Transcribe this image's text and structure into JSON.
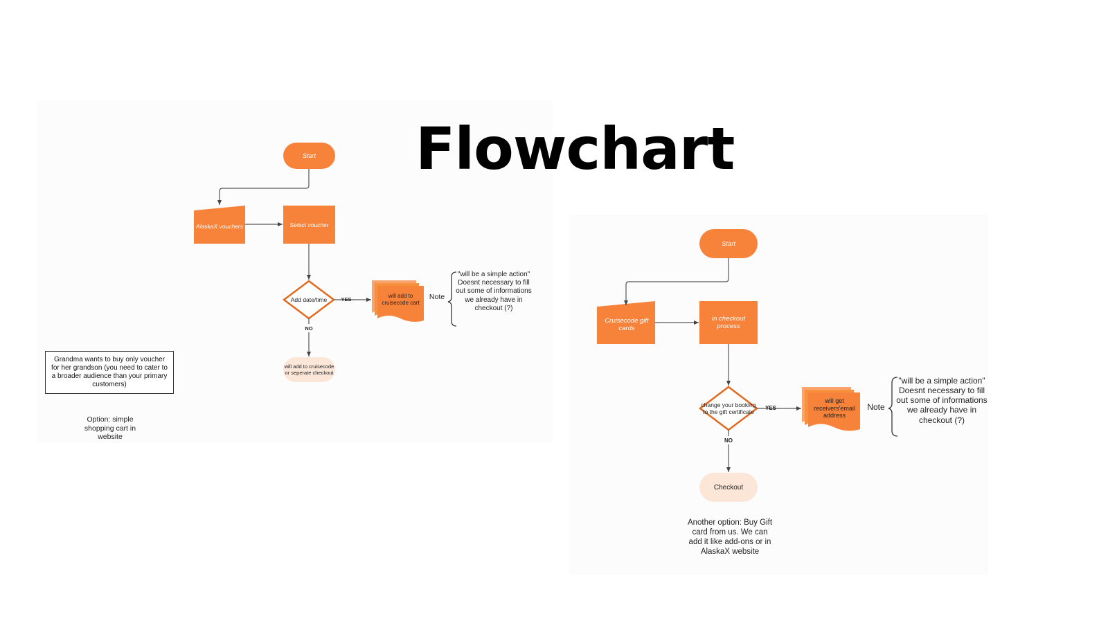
{
  "title": "Flowchart",
  "colors": {
    "orange": "#f7823a",
    "orange_stroke": "#e26a1e",
    "peach": "#fbe6d8",
    "line": "#555555"
  },
  "flow1": {
    "start": "Start",
    "input": "AlaskaX vouchers",
    "process": "Select voucher",
    "decision": "Add date/time",
    "yes": "YES",
    "no": "NO",
    "document": "will add to cruisecode cart",
    "terminal": "will add to cruisecode or seperate checkout",
    "note_label": "Note",
    "note_text": "\"will be a simple action\" Doesnt necessary to fill out some of informations we already have in checkout (?)",
    "scenario": "Grandma wants to buy only voucher for her grandson (you need to cater to a broader audience than your primary customers)",
    "option": "Option: simple shopping cart in website"
  },
  "flow2": {
    "start": "Start",
    "input": "Cruisecode gift cards",
    "process": "in checkout process",
    "decision": "change your booking to the gift certificate",
    "yes": "YES",
    "no": "NO",
    "document": "will get receivers'email address",
    "terminal": "Checkout",
    "note_label": "Note",
    "note_text": "\"will be a simple action\" Doesnt necessary to fill out some of informations we already have in checkout (?)",
    "option": "Another option: Buy Gift card from us. We can add it like add-ons or in AlaskaX website"
  }
}
